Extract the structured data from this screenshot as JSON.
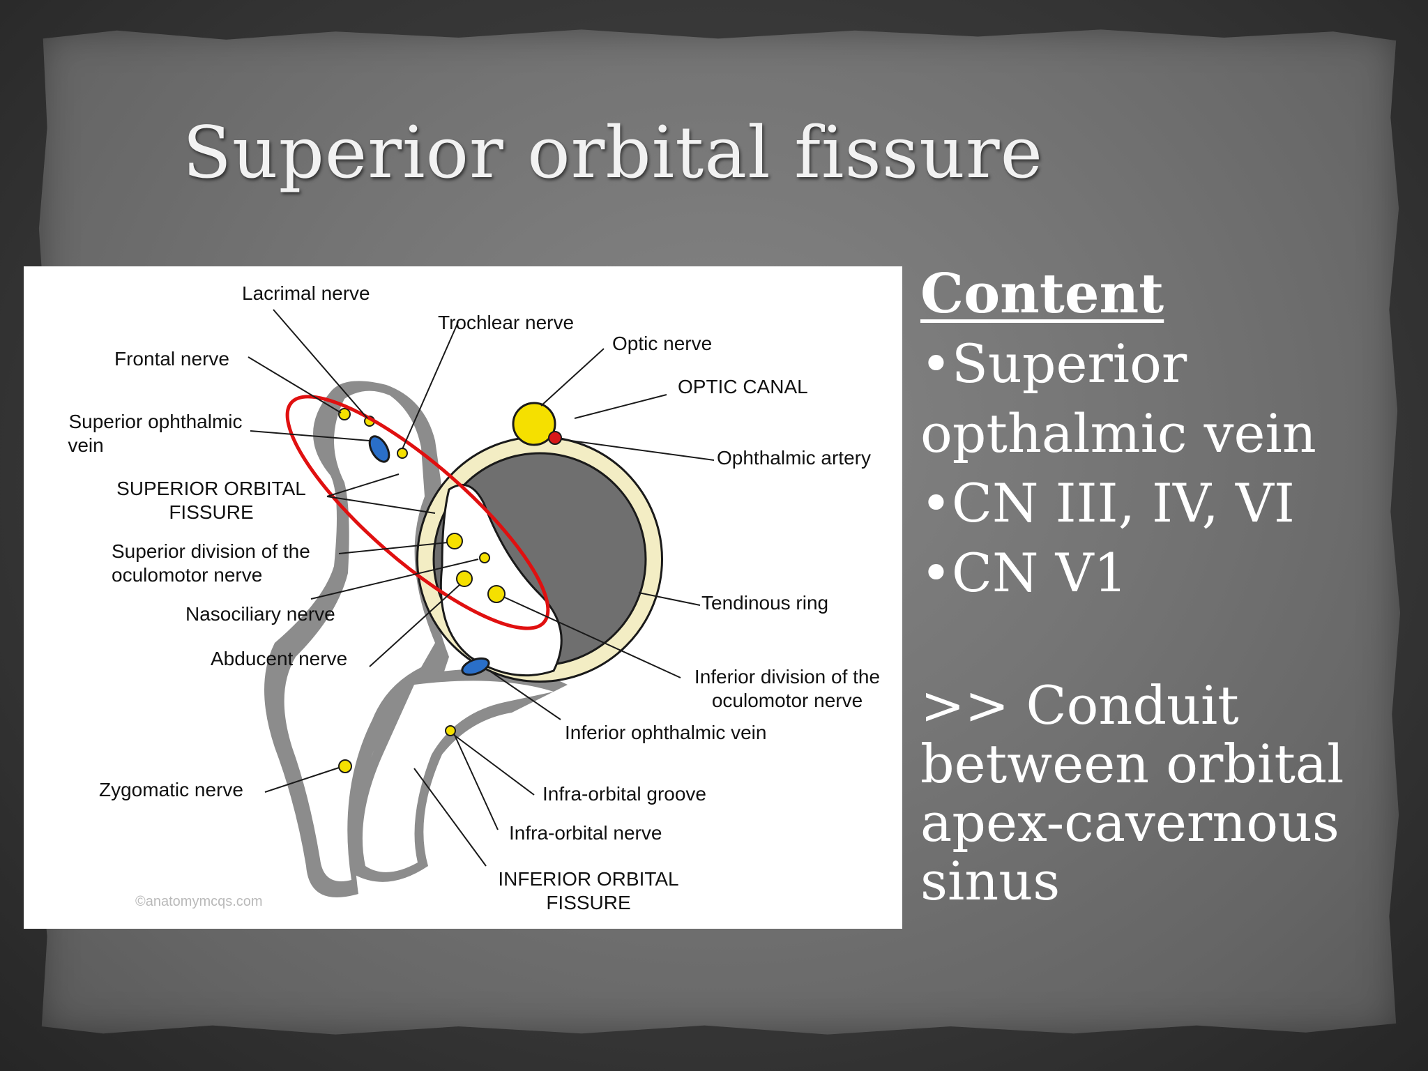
{
  "slide": {
    "title": "Superior orbital fissure"
  },
  "figure": {
    "labels": {
      "lacrimal_nerve": "Lacrimal nerve",
      "trochlear_nerve": "Trochlear nerve",
      "optic_nerve": "Optic nerve",
      "frontal_nerve": "Frontal nerve",
      "optic_canal": "OPTIC CANAL",
      "superior_ophthalmic_vein_1": "Superior ophthalmic",
      "superior_ophthalmic_vein_2": "vein",
      "ophthalmic_artery": "Ophthalmic artery",
      "superior_orbital_fissure_1": "SUPERIOR ORBITAL",
      "superior_orbital_fissure_2": "FISSURE",
      "superior_division_1": "Superior division of the",
      "superior_division_2": "oculomotor nerve",
      "tendinous_ring": "Tendinous ring",
      "nasociliary_nerve": "Nasociliary nerve",
      "abducent_nerve": "Abducent nerve",
      "inferior_division_1": "Inferior division of the",
      "inferior_division_2": "oculomotor nerve",
      "inferior_ophthalmic_vein": "Inferior ophthalmic vein",
      "zygomatic_nerve": "Zygomatic nerve",
      "infraorbital_groove": "Infra-orbital groove",
      "infraorbital_nerve": "Infra-orbital nerve",
      "inferior_orbital_fissure_1": "INFERIOR ORBITAL",
      "inferior_orbital_fissure_2": "FISSURE"
    },
    "credit": "©anatomymcqs.com",
    "colors": {
      "highlight_ellipse": "#e01010",
      "nerve": "#f5e000",
      "vein": "#2a6fc9",
      "artery": "#d81818",
      "ring": "#f3edc4",
      "bone_shadow": "#888888",
      "ring_interior": "#6f6f6f"
    }
  },
  "content": {
    "heading": "Content",
    "bullets": [
      "•Superior opthalmic vein",
      "•CN III, IV, VI",
      "•CN V1"
    ],
    "conduit": ">> Conduit between orbital apex-cavernous sinus"
  }
}
